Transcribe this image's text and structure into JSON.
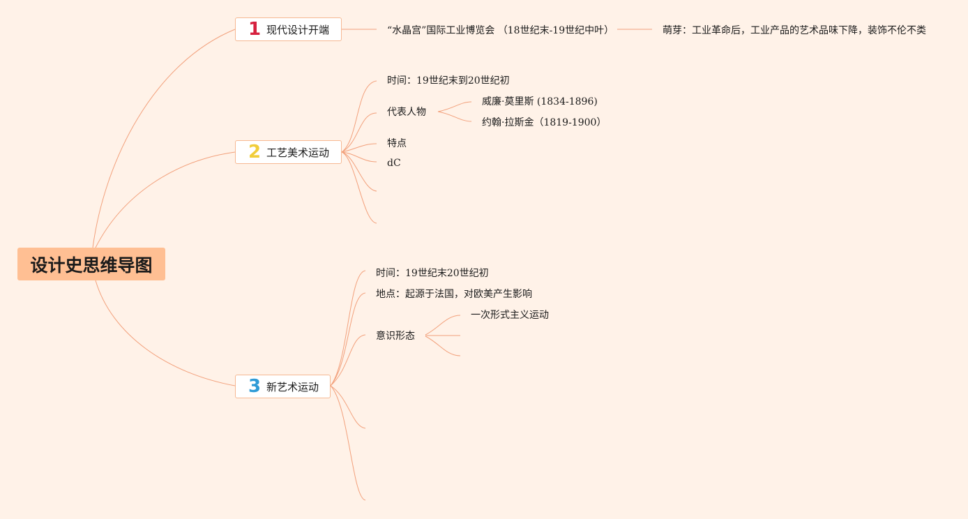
{
  "root": {
    "title": "设计史思维导图"
  },
  "branches": [
    {
      "number": "1",
      "number_color": "#d6213f",
      "title": "现代设计开端",
      "children": [
        {
          "text": "“水晶宫”国际工业博览会 （18世纪末-19世纪中叶）"
        }
      ],
      "grandchildren": [
        {
          "text": "萌芽：工业革命后，工业产品的艺术品味下降，装饰不伦不类"
        }
      ]
    },
    {
      "number": "2",
      "number_color": "#f1cd3a",
      "title": "工艺美术运动",
      "children": [
        {
          "text": "时间：19世纪末到20世纪初"
        },
        {
          "text": "代表人物"
        },
        {
          "text": "特点"
        },
        {
          "text": "dC"
        }
      ],
      "people": [
        {
          "text": "威廉·莫里斯 (1834-1896)"
        },
        {
          "text": "约翰·拉斯金（1819-1900）"
        }
      ]
    },
    {
      "number": "3",
      "number_color": "#2f9bd6",
      "title": "新艺术运动",
      "children": [
        {
          "text": "时间：19世纪末20世纪初"
        },
        {
          "text": "地点：起源于法国，对欧美产生影响"
        },
        {
          "text": "意识形态"
        }
      ],
      "ideology": [
        {
          "text": "一次形式主义运动"
        }
      ]
    }
  ],
  "colors": {
    "background": "#fff2e8",
    "root_fill": "#ffbf93",
    "link": "#f2a07b",
    "topic_border": "#f6b892"
  }
}
